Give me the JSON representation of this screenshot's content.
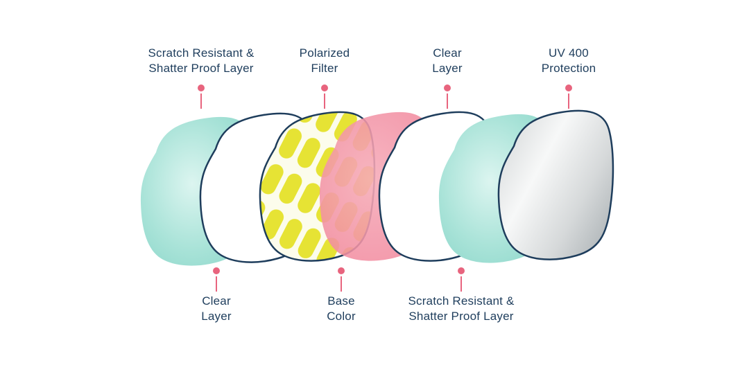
{
  "colors": {
    "background": "#FFFFFF",
    "text": "#1E3D5C",
    "outline": "#1E3D5C",
    "marker": "#E8647E",
    "teal_center": "#DCF5F0",
    "teal_mid": "#A9E3D8",
    "teal_edge": "#86D4C7",
    "yellow": "#E6E334",
    "yellow_gap": "#FCFCEC",
    "pink_center": "#F6ABB9",
    "pink_edge": "#F08298",
    "silver_light": "#F7F8F8",
    "silver_mid": "#D6D9DA",
    "silver_edge": "#AEB4B7",
    "clear_fill": "#FFFFFF"
  },
  "top_labels": [
    {
      "text": "Scratch Resistant &\nShatter Proof Layer"
    },
    {
      "text": "Polarized\nFilter"
    },
    {
      "text": "Clear\nLayer"
    },
    {
      "text": "UV 400\nProtection"
    }
  ],
  "bottom_labels": [
    {
      "text": "Clear\nLayer"
    },
    {
      "text": "Base\nColor"
    },
    {
      "text": "Scratch Resistant &\nShatter Proof Layer"
    }
  ],
  "layers_front_to_back": [
    "Scratch Resistant & Shatter Proof Layer",
    "Clear Layer",
    "Polarized Filter",
    "Base Color",
    "Clear Layer",
    "Scratch Resistant & Shatter Proof Layer",
    "UV 400 Protection"
  ]
}
